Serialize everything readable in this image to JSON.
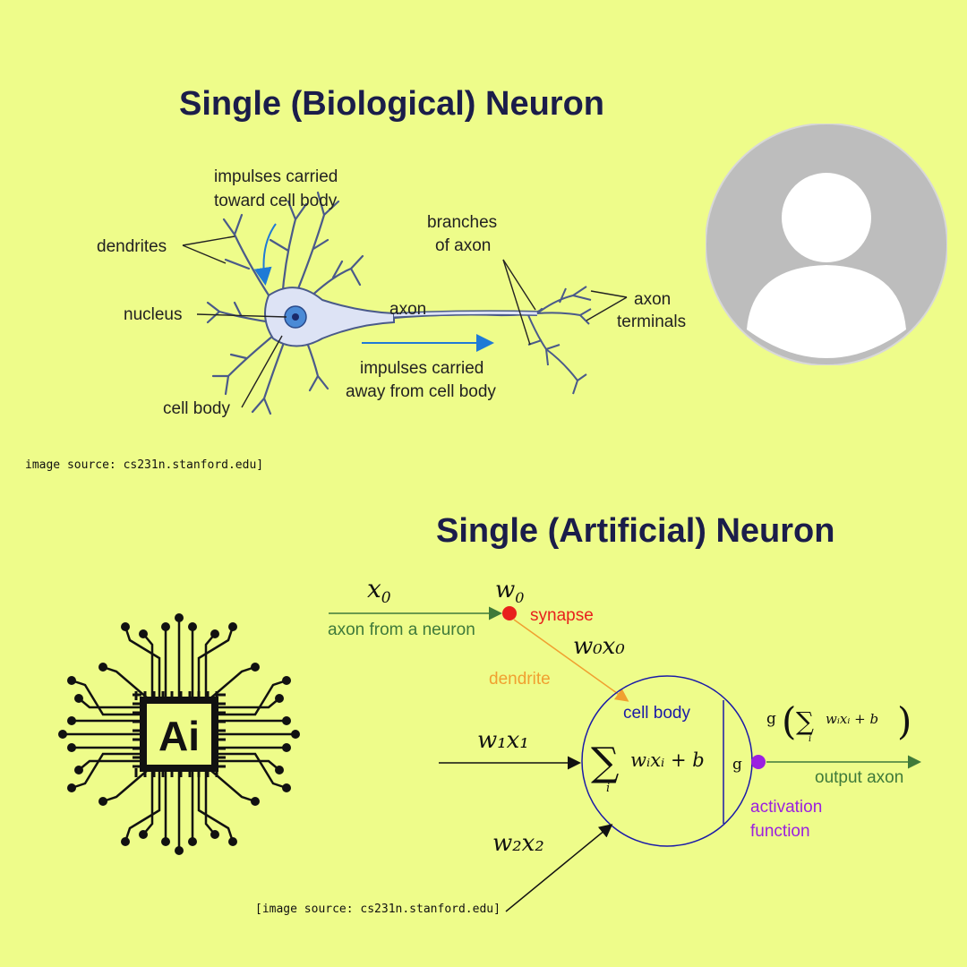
{
  "biological": {
    "title": "Single (Biological) Neuron",
    "labels": {
      "impulses_toward": [
        "impulses carried",
        "toward cell body"
      ],
      "dendrites": "dendrites",
      "branches": [
        "branches",
        "of axon"
      ],
      "nucleus": "nucleus",
      "axon": "axon",
      "axon_terminals": [
        "axon",
        "terminals"
      ],
      "impulses_away": [
        "impulses carried",
        "away from cell body"
      ],
      "cell_body": "cell body"
    },
    "source": "image source: cs231n.stanford.edu]"
  },
  "artificial": {
    "title": "Single (Artificial) Neuron",
    "labels": {
      "x0": "x",
      "x0_sub": "0",
      "w0": "w",
      "w0_sub": "0",
      "axon_from_neuron": "axon from a neuron",
      "synapse": "synapse",
      "w0x0": "w₀x₀",
      "dendrite": "dendrite",
      "cell_body": "cell body",
      "w1x1": "w₁x₁",
      "w2x2": "w₂x₂",
      "sum_expr": "wᵢxᵢ + b",
      "sum_index": "i",
      "g": "g",
      "g_out": "g",
      "g_out_expr": "wᵢxᵢ + b",
      "output_axon": "output axon",
      "activation": [
        "activation",
        "function"
      ]
    },
    "source": "[image source: cs231n.stanford.edu]"
  },
  "chip_label": "Ai",
  "colors": {
    "background": "#eefc8a",
    "title": "#1b1d4a",
    "neuron_fill": "#dde3f5",
    "neuron_stroke": "#4a5a8a",
    "arrow_blue": "#1f7ad6",
    "synapse_red": "#e8201c",
    "dendrite_orange": "#f0a030",
    "cell_blue": "#1a1aa8",
    "activation_purple": "#9b1fe0",
    "axon_green": "#3f7a3a",
    "avatar_bg": "#bdbdbd"
  }
}
